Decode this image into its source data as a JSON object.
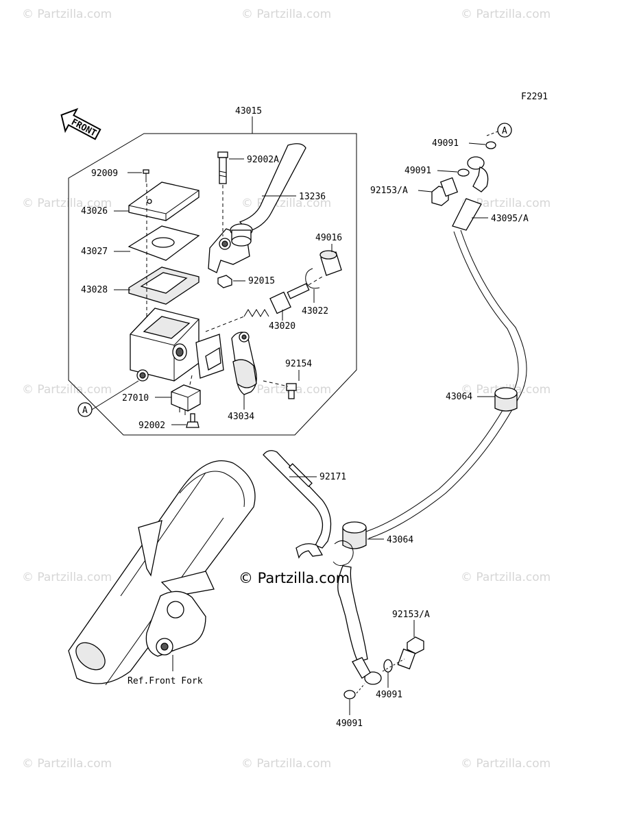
{
  "figure_code": "F2291",
  "front_label": "FRONT",
  "watermark": "© Partzilla.com",
  "center_watermark": "© Partzilla.com",
  "ref_note": "Ref.Front Fork",
  "callouts": {
    "a_top": "A",
    "a_left": "A"
  },
  "parts": {
    "p43015": "43015",
    "p92009": "92009",
    "p43026": "43026",
    "p43027": "43027",
    "p43028": "43028",
    "p92002a": "92002A",
    "p13236": "13236",
    "p49016": "49016",
    "p92015": "92015",
    "p43020": "43020",
    "p43022": "43022",
    "p92154": "92154",
    "p27010": "27010",
    "p92002": "92002",
    "p43034": "43034",
    "p49091_a": "49091",
    "p49091_b": "49091",
    "p92153a_top": "92153/A",
    "p43095a": "43095/A",
    "p43064_a": "43064",
    "p92171": "92171",
    "p43064_b": "43064",
    "p92153a_bot": "92153/A",
    "p49091_c": "49091",
    "p49091_d": "49091"
  }
}
